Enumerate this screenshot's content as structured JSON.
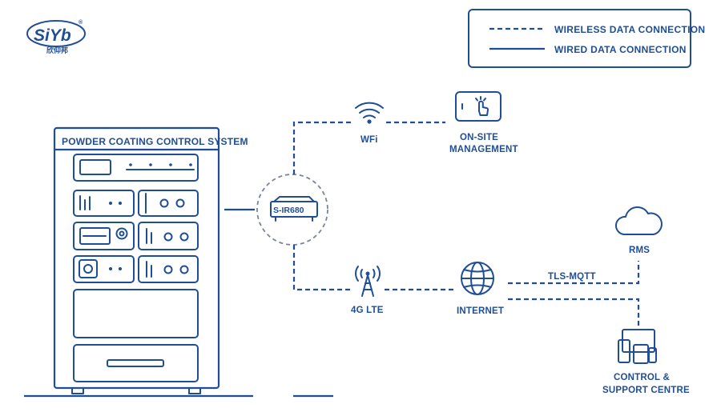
{
  "brand": {
    "logo_text": "SiYb",
    "logo_chinese": "欣仰邦",
    "registered_mark": "®"
  },
  "legend": {
    "wireless_label": "WIRELESS DATA CONNECTION",
    "wired_label": "WIRED DATA CONNECTION"
  },
  "cabinet": {
    "title": "POWDER COATING CONTROL SYSTEM"
  },
  "router": {
    "model_label": "S-IR680"
  },
  "nodes": {
    "wifi_label": "WFi",
    "onsite_label_line1": "ON-SITE",
    "onsite_label_line2": "MANAGEMENT",
    "lte_label": "4G LTE",
    "internet_label": "INTERNET",
    "rms_label": "RMS",
    "tls_label": "TLS-MQTT",
    "control_label_line1": "CONTROL &",
    "control_label_line2": "SUPPORT CENTRE"
  },
  "colors": {
    "primary": "#1f4e96",
    "background": "#ffffff"
  }
}
